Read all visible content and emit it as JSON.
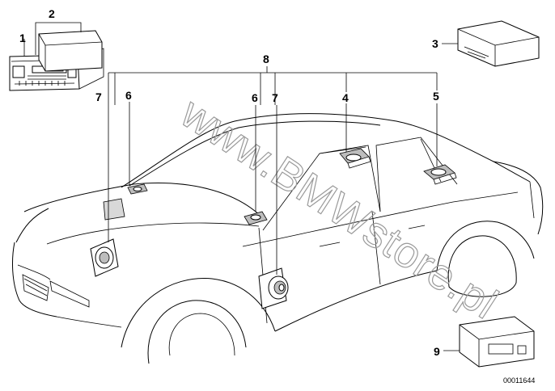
{
  "watermark": "www.BMWstore.pl",
  "reference_number": "00011644",
  "callouts": {
    "c1": "1",
    "c2": "2",
    "c3": "3",
    "c4": "4",
    "c5": "5",
    "c6_left": "6",
    "c6_right": "6",
    "c7_left": "7",
    "c7_right": "7",
    "c8": "8",
    "c9": "9"
  }
}
